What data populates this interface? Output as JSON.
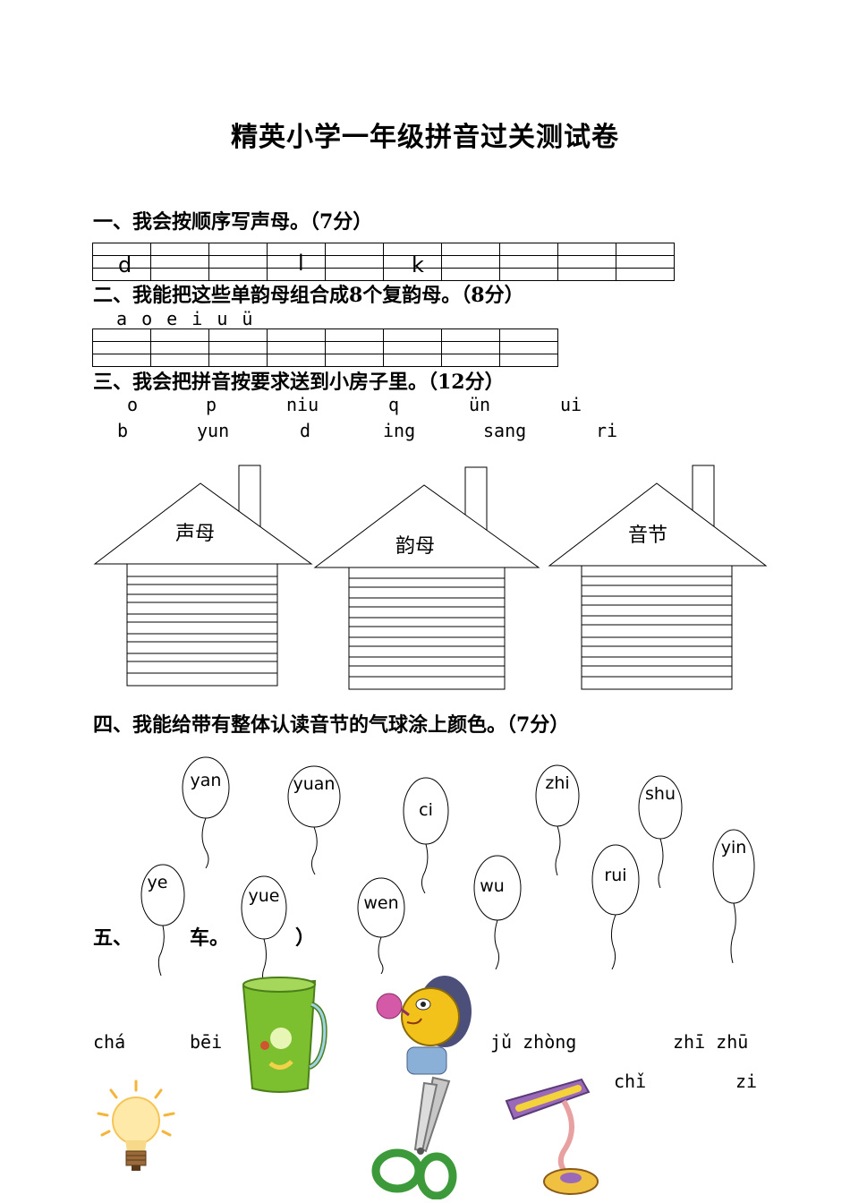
{
  "title": "精英小学一年级拼音过关测试卷",
  "sections": {
    "s1": "一、我会按顺序写声母。（7分）",
    "s2": "二、我能把这些单韵母组合成8个复韵母。（8分）",
    "s3": "三、我会把拼音按要求送到小房子里。（12分）",
    "s4": "四、我能给带有整体认读音节的气球涂上颜色。（7分）",
    "s5_a": "五、",
    "s5_b": "车。",
    "s5_c": "）"
  },
  "grid1_letters": [
    "d",
    "l",
    "k"
  ],
  "vowels": "a  o  e  i  u  ü",
  "s3_row1": [
    "o",
    "p",
    "niu",
    "q",
    "ün",
    "ui"
  ],
  "s3_row2": [
    "b",
    "yun",
    "d",
    "ing",
    "sang",
    "ri"
  ],
  "houses": [
    "声母",
    "韵母",
    "音节"
  ],
  "balloons": [
    "yan",
    "yuan",
    "ci",
    "zhi",
    "shu",
    "yin",
    "ye",
    "yue",
    "wen",
    "wu",
    "rui"
  ],
  "s5_words": {
    "cha": "chá",
    "bei": "bēi",
    "ju_zhong": "jǔ  zhòng",
    "zhi_zhu": "zhī  zhū",
    "chi": "chǐ",
    "zi": "zi"
  }
}
